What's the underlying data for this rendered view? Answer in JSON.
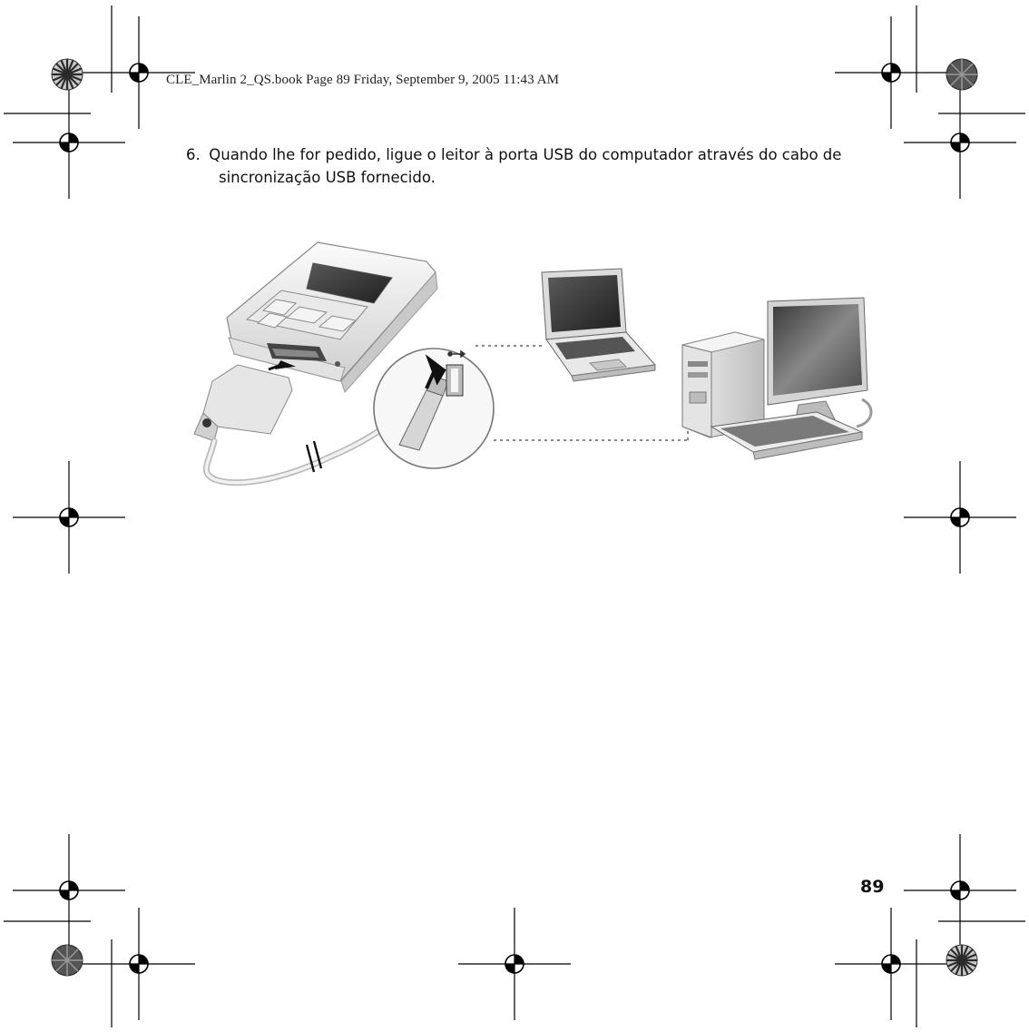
{
  "header": {
    "slug_line": "CLE_Marlin 2_QS.book  Page 89  Friday, September 9, 2005  11:43 AM"
  },
  "instruction": {
    "step_number": "6.",
    "text_line1": "Quando lhe for pedido, ligue o leitor à porta USB do computador através do cabo de",
    "text_line2": "sincronização USB fornecido."
  },
  "footer": {
    "page_number": "89"
  },
  "illustration": {
    "icons": [
      "mp3-player-icon",
      "usb-cable-icon",
      "usb-port-callout-icon",
      "laptop-icon",
      "desktop-computer-icon",
      "usb-symbol-icon"
    ]
  },
  "print_marks": {
    "icons": [
      "registration-mark-icon",
      "color-wheel-icon",
      "crop-mark-icon"
    ]
  }
}
